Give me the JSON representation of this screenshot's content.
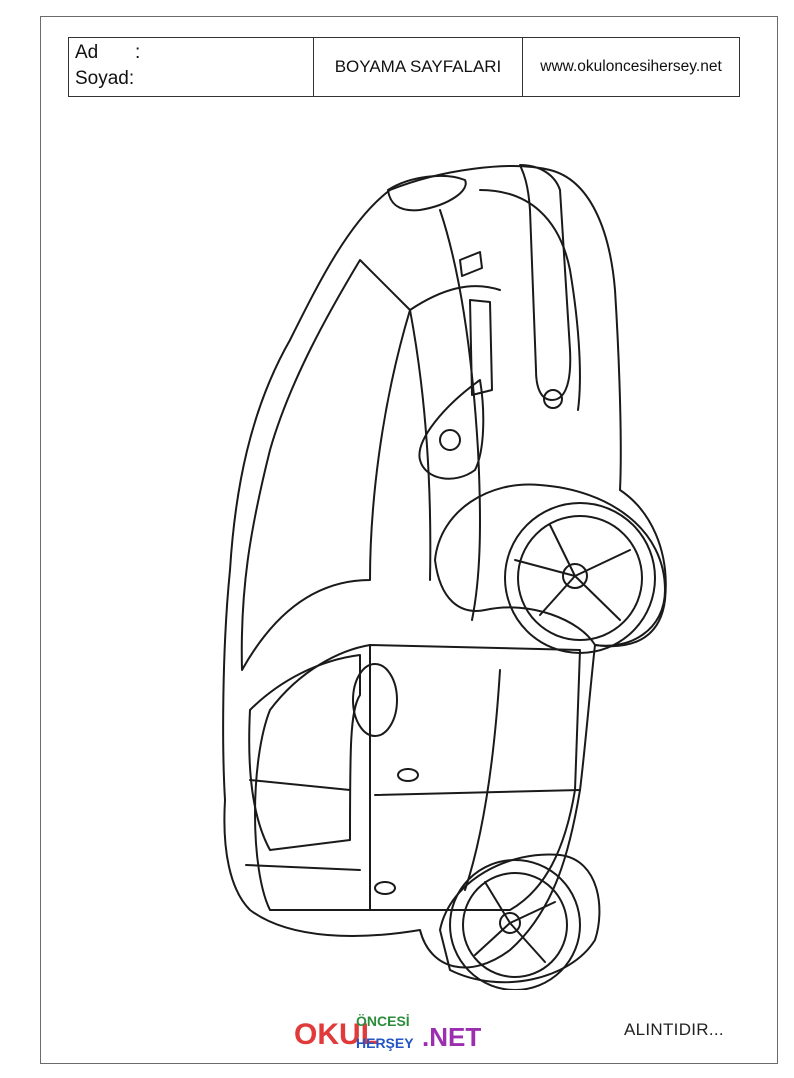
{
  "header": {
    "ad_label": "Ad",
    "ad_colon": ":",
    "soyad_label": "Soyad:",
    "title": "BOYAMA SAYFALARI",
    "url": "www.okuloncesihersey.net"
  },
  "footer": {
    "logo_okul": "OKUL",
    "logo_oncesi": "ÖNCESİ",
    "logo_hersey": "HERŞEY",
    "logo_net": ".NET",
    "credit": "ALINTIDIR..."
  },
  "colors": {
    "line": "#1a1a1a",
    "logo_colors": [
      "#e03a3a",
      "#2c8c3c",
      "#2355c4",
      "#e0a020",
      "#9b2fb0",
      "#e06a20"
    ]
  }
}
